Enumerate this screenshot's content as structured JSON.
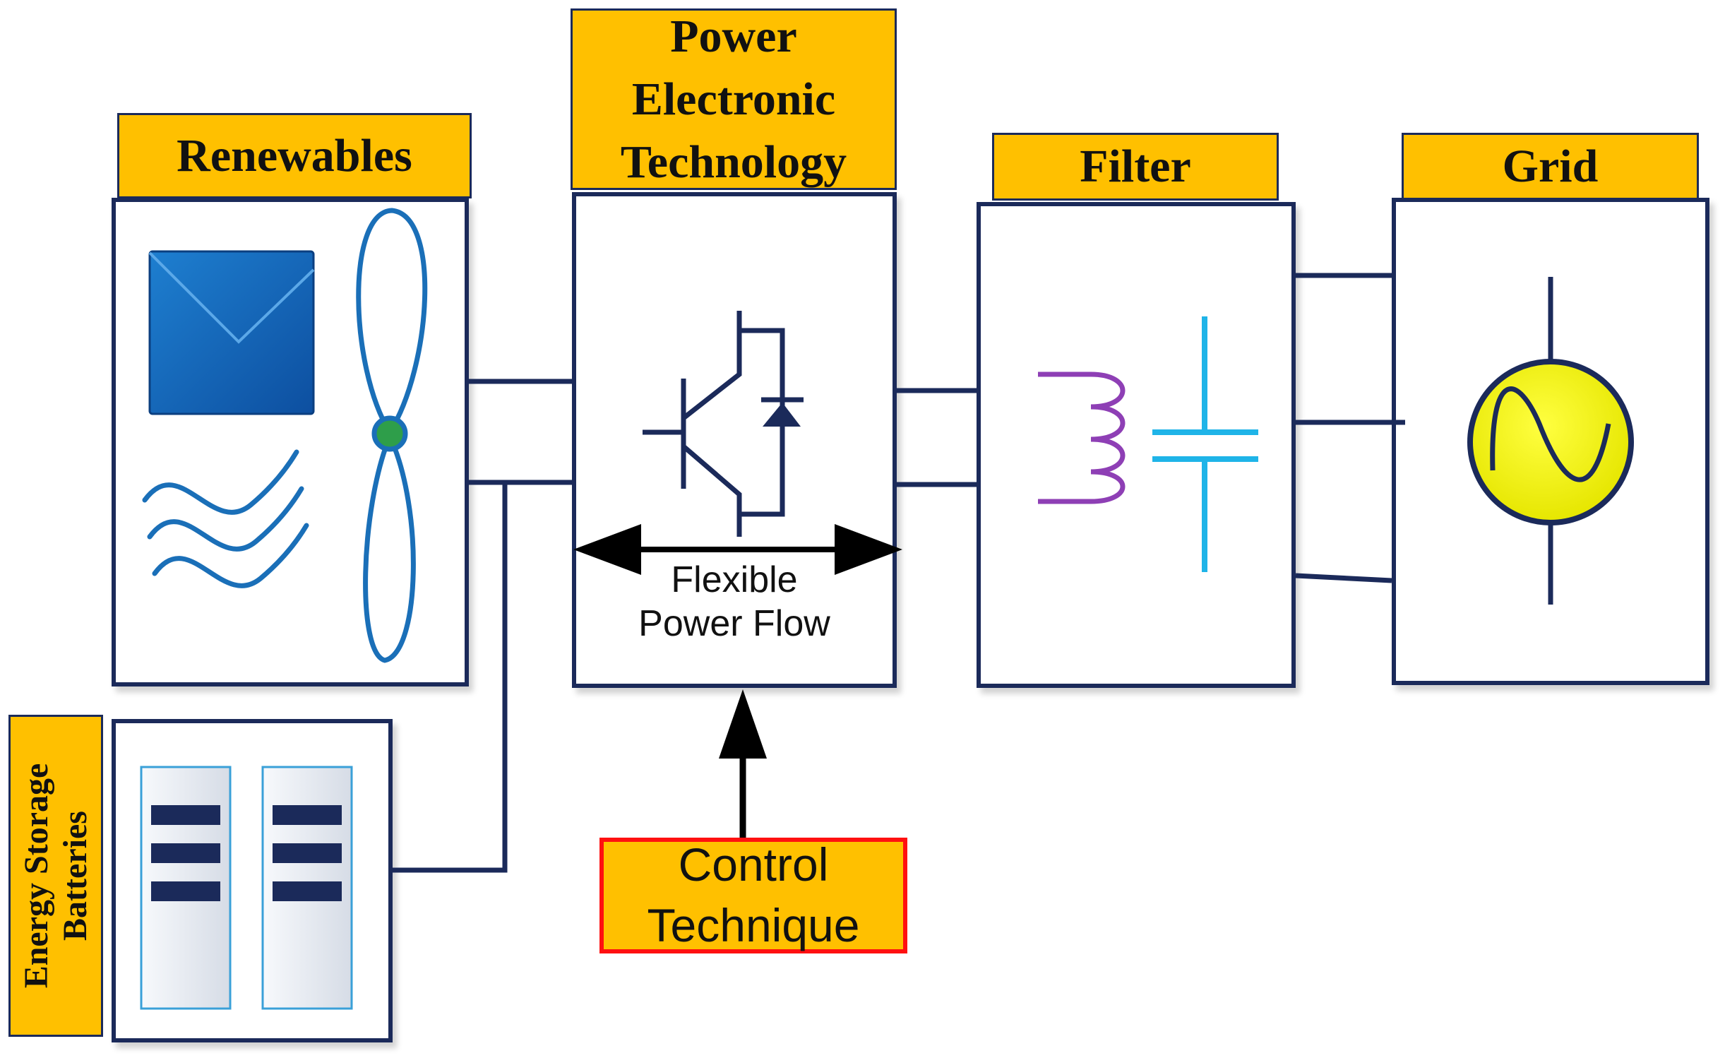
{
  "blocks": {
    "renewables": {
      "title": "Renewables"
    },
    "power_electronics": {
      "title_lines": [
        "Power",
        "Electronic",
        "Technology"
      ]
    },
    "filter": {
      "title": "Filter"
    },
    "grid": {
      "title": "Grid"
    },
    "storage": {
      "title_lines": [
        "Energy Storage",
        "Batteries"
      ]
    },
    "control": {
      "title_lines": [
        "Control",
        "Technique"
      ]
    }
  },
  "annotations": {
    "power_flow_lines": [
      "Flexible",
      "Power Flow"
    ]
  },
  "colors": {
    "label_fill": "#FFC000",
    "panel_border": "#1B2A5A",
    "control_border": "#FF1010",
    "solar_blue": "#1468B8",
    "inductor": "#8E3FB5",
    "capacitor": "#1FB4E8",
    "source_fill": "#F2F20A"
  }
}
